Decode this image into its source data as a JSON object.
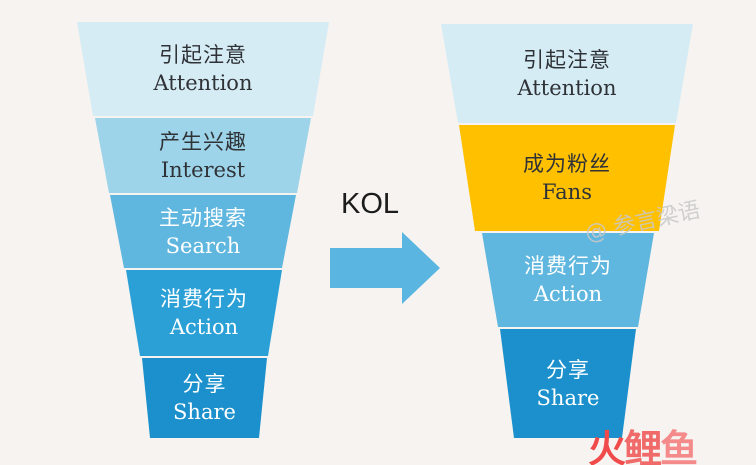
{
  "left_funnel": [
    {
      "cn": "引起注意",
      "en": "Attention",
      "color": "#d5ecf5"
    },
    {
      "cn": "产生兴趣",
      "en": "Interest",
      "color": "#9dd4ea"
    },
    {
      "cn": "主动搜索",
      "en": "Search",
      "color": "#5fb6de"
    },
    {
      "cn": "消费行为",
      "en": "Action",
      "color": "#2ba0d6"
    },
    {
      "cn": "分享",
      "en": "Share",
      "color": "#1b90cc"
    }
  ],
  "right_funnel": [
    {
      "cn": "引起注意",
      "en": "Attention",
      "color": "#d5ecf5"
    },
    {
      "cn": "成为粉丝",
      "en": "Fans",
      "color": "#ffc000"
    },
    {
      "cn": "消费行为",
      "en": "Action",
      "color": "#5fb6de"
    },
    {
      "cn": "分享",
      "en": "Share",
      "color": "#1b90cc"
    }
  ],
  "transition": {
    "label": "KOL",
    "arrow_color": "#5ab6e0"
  },
  "watermarks": {
    "handle": "@ 参言梁语",
    "logo_part1": "火",
    "logo_part2": "鲤",
    "logo_part3": "鱼"
  }
}
